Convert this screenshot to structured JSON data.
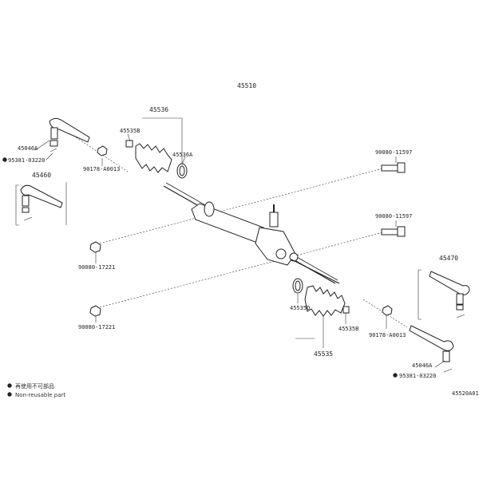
{
  "labels": {
    "rack_assembly": "45510",
    "boot_kit_left": "45536",
    "clip_left": "45535B",
    "clamp_left": "45536A",
    "tie_rod_end_left": "45046A",
    "cotter_nut_left": "95381-03220",
    "nut_left": "90178-A0013",
    "tie_rod_left": "45460",
    "bolt_upper": "90080-11597",
    "bolt_middle": "90080-11597",
    "nut_middle": "90080-17221",
    "nut_lower": "90080-17221",
    "tie_rod_right": "45470",
    "clamp_right": "45535D",
    "boot_right": "45535",
    "clip_right": "45535B",
    "nut_right": "90178-A0013",
    "tie_rod_end_right": "45046A",
    "cotter_nut_right": "95381-03220",
    "diagram_id": "45520A01"
  },
  "legend": [
    {
      "symbol": "●",
      "text": "再使用不可部品"
    },
    {
      "symbol": "●",
      "text": "Non-reusable part"
    }
  ]
}
